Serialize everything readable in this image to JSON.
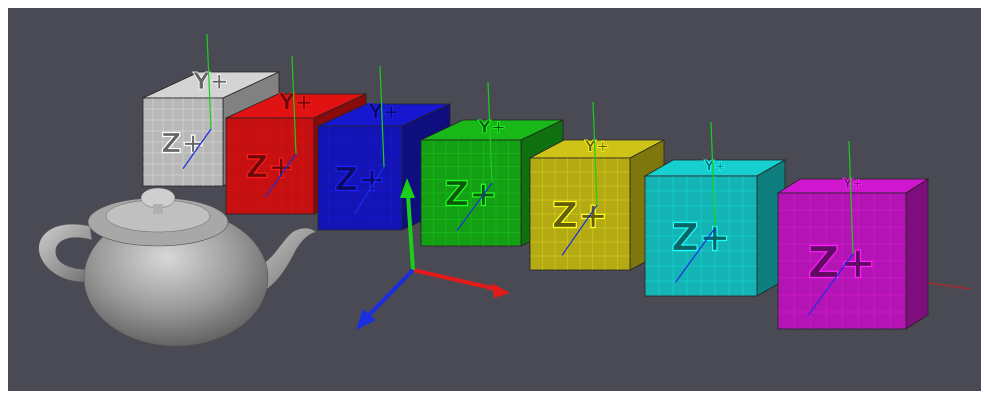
{
  "viewport": {
    "background": "#4a4a54",
    "name": "3d-viewport"
  },
  "gizmo": {
    "x_color": "#e21a1a",
    "y_color": "#18d018",
    "z_color": "#1a2ee0"
  },
  "teapot": {
    "color": "#9a9a9a"
  },
  "cubes": [
    {
      "name": "white-cube",
      "color": "#b8b8b8",
      "front_label": "Z+",
      "top_label": "Y+"
    },
    {
      "name": "red-cube",
      "color": "#c41010",
      "front_label": "Z+",
      "top_label": "Y+"
    },
    {
      "name": "blue-cube",
      "color": "#1414b4",
      "front_label": "Z+",
      "top_label": "Y+"
    },
    {
      "name": "green-cube",
      "color": "#14a014",
      "front_label": "Z+",
      "top_label": "Y+"
    },
    {
      "name": "yellow-cube",
      "color": "#b4aa14",
      "front_label": "Z+",
      "top_label": "Y+"
    },
    {
      "name": "cyan-cube",
      "color": "#14b4b4",
      "front_label": "Z+",
      "top_label": "Y+"
    },
    {
      "name": "magenta-cube",
      "color": "#b414b4",
      "front_label": "Z+",
      "top_label": "Y+"
    }
  ]
}
